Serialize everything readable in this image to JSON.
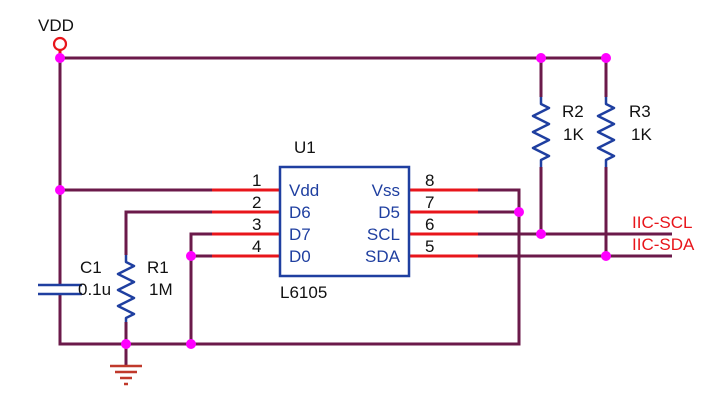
{
  "power": {
    "net": "VDD"
  },
  "chip": {
    "ref": "U1",
    "part": "L6105",
    "pins_left": [
      {
        "num": "1",
        "name": "Vdd"
      },
      {
        "num": "2",
        "name": "D6"
      },
      {
        "num": "3",
        "name": "D7"
      },
      {
        "num": "4",
        "name": "D0"
      }
    ],
    "pins_right": [
      {
        "num": "8",
        "name": "Vss"
      },
      {
        "num": "7",
        "name": "D5"
      },
      {
        "num": "6",
        "name": "SCL"
      },
      {
        "num": "5",
        "name": "SDA"
      }
    ]
  },
  "resistors": [
    {
      "ref": "R1",
      "value": "1M"
    },
    {
      "ref": "R2",
      "value": "1K"
    },
    {
      "ref": "R3",
      "value": "1K"
    }
  ],
  "capacitor": {
    "ref": "C1",
    "value": "0.1u"
  },
  "nets": {
    "scl": "IIC-SCL",
    "sda": "IIC-SDA"
  },
  "colors": {
    "wire": "#6b1a4a",
    "pin": "#e8151b",
    "component": "#1f3fa0",
    "junction": "#ff00ff",
    "net_label": "#e8151b"
  }
}
